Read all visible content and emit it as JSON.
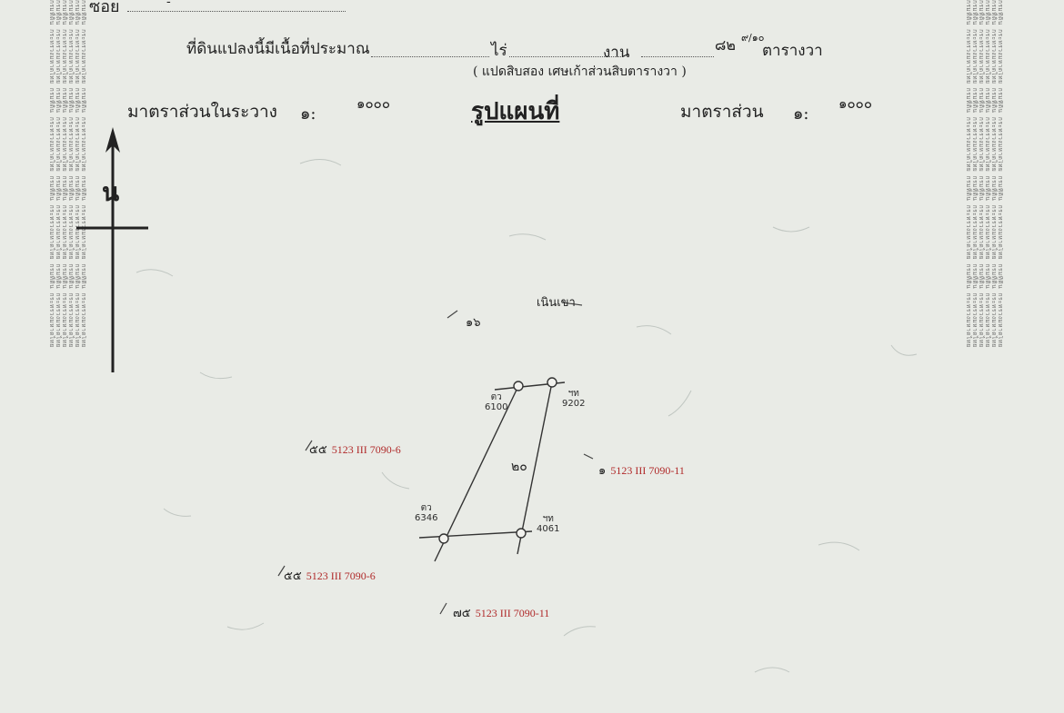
{
  "header": {
    "soi_label": "ซอย",
    "dash": "-",
    "area_label": "ที่ดินแปลงนี้มีเนื้อที่ประมาณ",
    "rai_label": "ไร่",
    "ngan_label": "งาน",
    "wa_value": "๘๒",
    "wa_fraction": "๙/๑๐",
    "wa_label": "ตารางวา",
    "area_words": "( แปดสิบสอง เศษเก้าส่วนสิบตารางวา )"
  },
  "scales": {
    "between_label": "มาตราส่วนในระวาง",
    "between_ratio": "๑:",
    "between_value": "๑๐๐๐",
    "title": "รูปแผนที่",
    "map_label": "มาตราส่วน",
    "map_ratio": "๑:",
    "map_value": "๑๐๐๐"
  },
  "north_arrow": {
    "letter": "น"
  },
  "map": {
    "adjacent_label": "เนินเขา",
    "adjacent_number": "๑๖",
    "parcel_number": "๒๐",
    "points": [
      {
        "code": "ตว",
        "number": "6100"
      },
      {
        "code": "ฯท",
        "number": "9202"
      },
      {
        "code": "ตว",
        "number": "6346"
      },
      {
        "code": "ฯท",
        "number": "4061"
      }
    ],
    "neighbors": [
      {
        "num": "๕๕",
        "code": "5123 III 7090-6"
      },
      {
        "num": "๑",
        "code": "5123 III 7090-11"
      },
      {
        "num": "๕๕",
        "code": "5123 III 7090-6"
      },
      {
        "num": "๗๕",
        "code": "5123 III 7090-11"
      }
    ]
  },
  "side_text": "กรมที่ดิน กระทรวงมหาดไทย กรมที่ดิน กระทรวงมหาดไทย กรมที่ดิน กระทรวงมหาดไทย กรมที่ดิน กระทรวงมหาดไทย"
}
